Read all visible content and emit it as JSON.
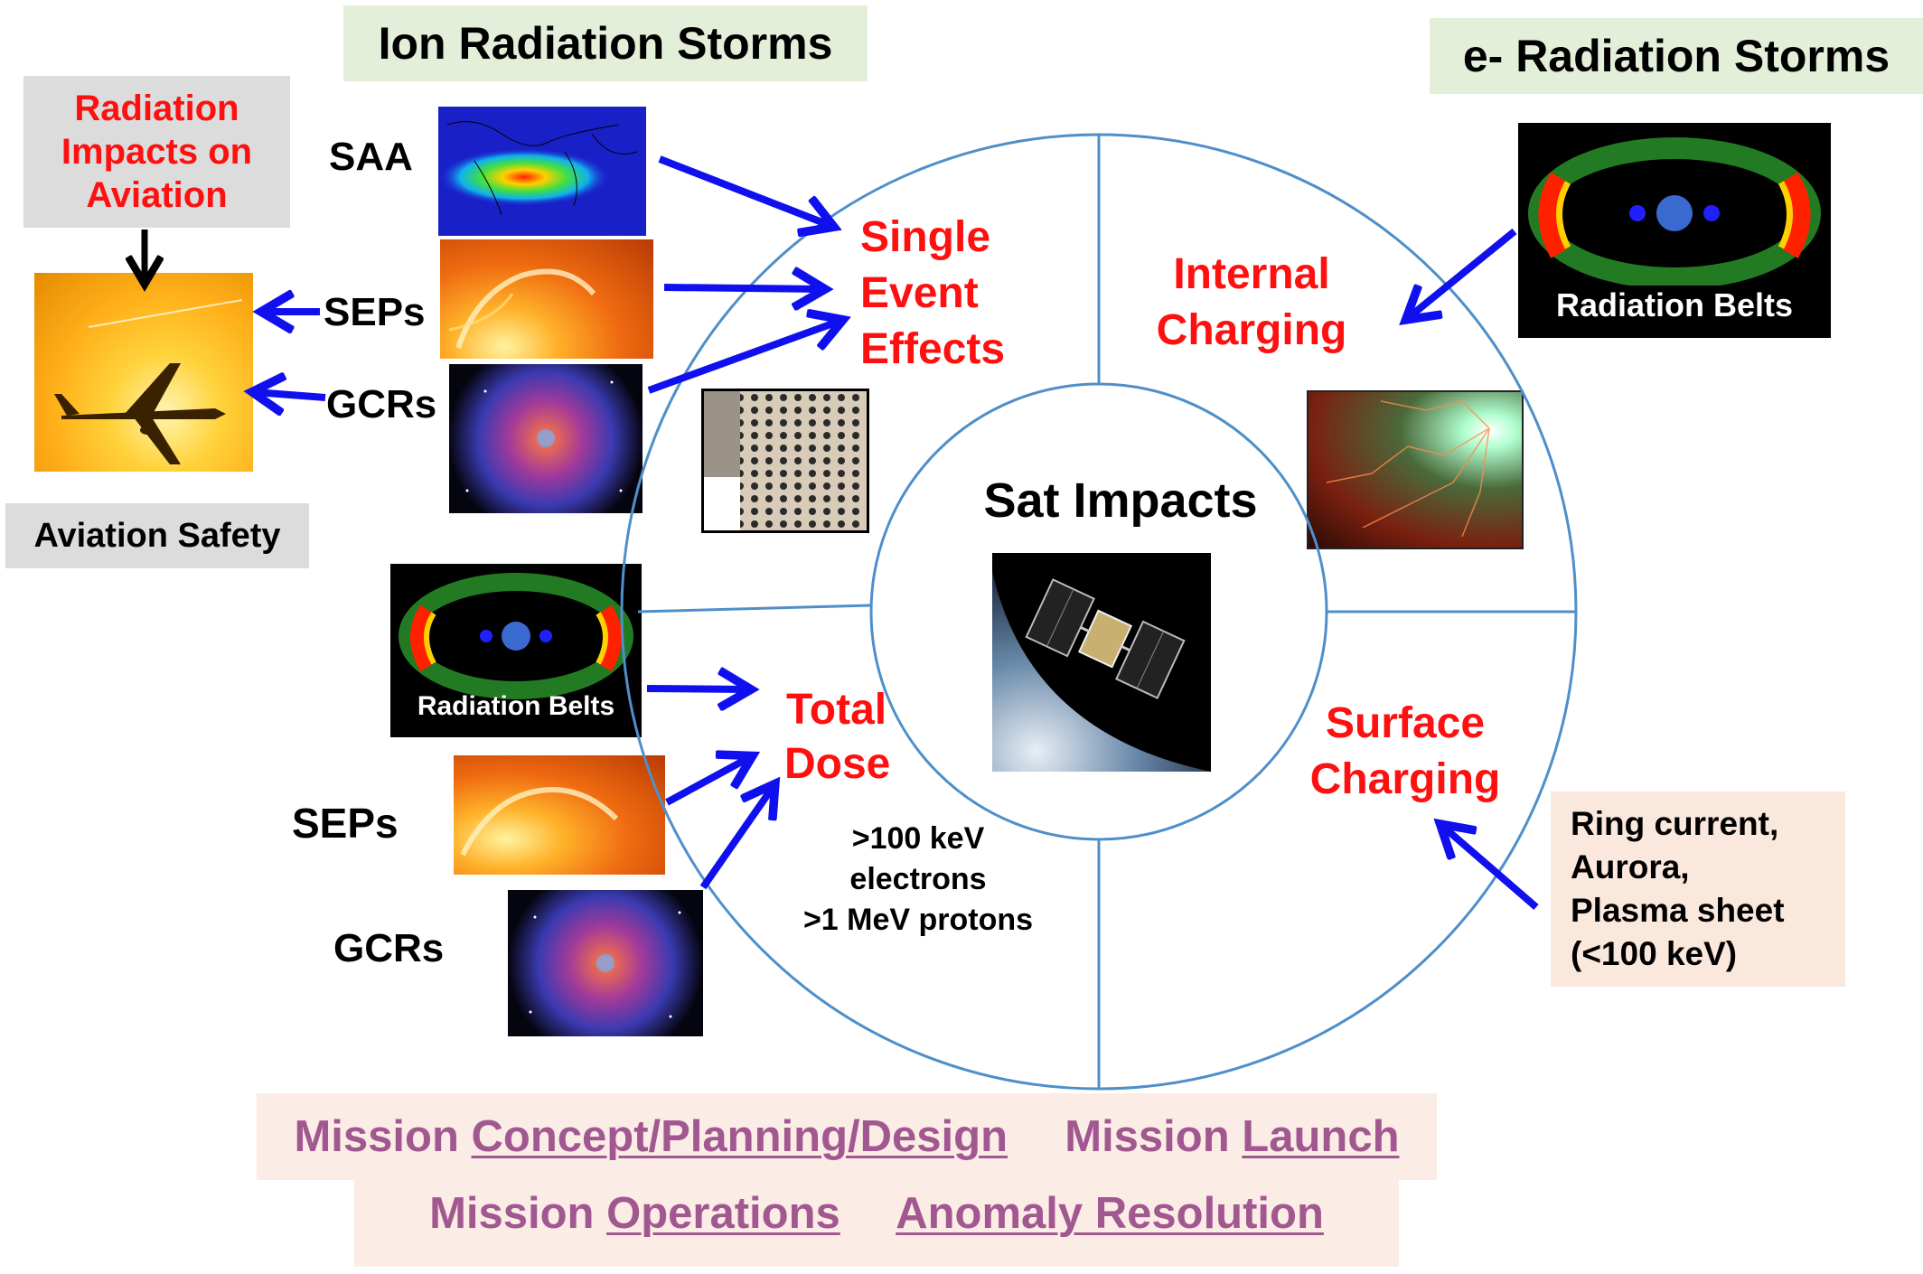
{
  "headers": {
    "ion_storms": "Ion Radiation Storms",
    "electron_storms": "e- Radiation Storms"
  },
  "aviation": {
    "impacts_title": "Radiation Impacts on Aviation",
    "safety_label": "Aviation Safety"
  },
  "ion_sources": {
    "saa": "SAA",
    "seps": "SEPs",
    "gcrs": "GCRs"
  },
  "dose_sources": {
    "belts_caption": "Radiation Belts",
    "seps": "SEPs",
    "gcrs": "GCRs"
  },
  "electron_sources": {
    "belts_caption": "Radiation Belts",
    "surface_sources": "Ring current, Aurora, Plasma sheet (<100 keV)",
    "surface_sources_lines": [
      "Ring current,",
      "Aurora,",
      "Plasma sheet",
      "(<100 keV)"
    ]
  },
  "wheel": {
    "center": "Sat Impacts",
    "see": "Single Event Effects",
    "see_lines": [
      "Single",
      "Event",
      "Effects"
    ],
    "internal": "Internal Charging",
    "internal_lines": [
      "Internal",
      "Charging"
    ],
    "total_dose": "Total Dose",
    "total_dose_lines": [
      "Total",
      "Dose"
    ],
    "surface": "Surface Charging",
    "surface_lines": [
      "Surface",
      "Charging"
    ],
    "dose_note_lines": [
      ">100 keV",
      "electrons",
      ">1 MeV protons"
    ]
  },
  "mission": {
    "row1": [
      {
        "plain": "Mission ",
        "underlined": "Concept/Planning/Design"
      },
      {
        "plain": "Mission ",
        "underlined": "Launch"
      }
    ],
    "row2": [
      {
        "plain": "Mission ",
        "underlined": "Operations"
      },
      {
        "plain": "",
        "underlined": "Anomaly Resolution"
      }
    ]
  },
  "colors": {
    "arrow": "#1010ee",
    "impact_text": "#ff1010",
    "wheel_line": "#4f8fc9",
    "mission_text": "#a1578f"
  }
}
